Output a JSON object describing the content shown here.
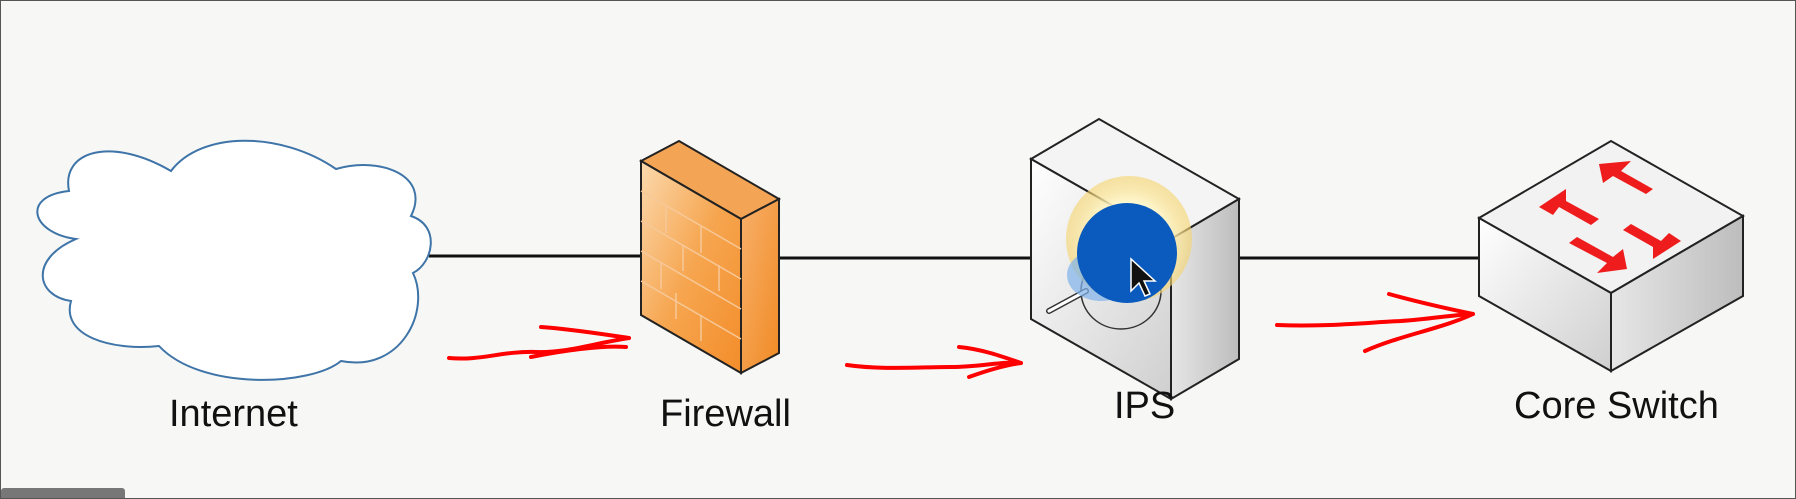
{
  "nodes": {
    "internet": {
      "label": "Internet",
      "icon": "cloud-icon"
    },
    "firewall": {
      "label": "Firewall",
      "icon": "firewall-brick-icon"
    },
    "ips": {
      "label": "IPS",
      "icon": "ips-appliance-icon"
    },
    "switch": {
      "label": "Core Switch",
      "icon": "switch-icon"
    }
  },
  "colors": {
    "link_line": "#111111",
    "annotation_arrow": "#ff0000",
    "cloud_stroke": "#3e74a8",
    "firewall_orange": "#f39a3c",
    "switch_arrows": "#ee1c1c",
    "cursor_highlight": "#0a5bbd"
  }
}
